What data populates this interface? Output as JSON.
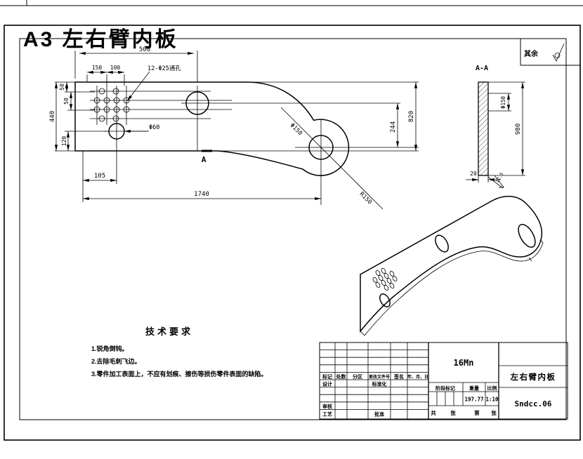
{
  "title": "A3 左右臂内板",
  "colors": {
    "title_red": "#e81212",
    "line": "#000000",
    "background": "#ffffff"
  },
  "surface_note": {
    "label": "其余"
  },
  "front_view": {
    "section_mark": "A",
    "dims": {
      "top_width": "500",
      "hole_pitch_150": "150",
      "hole_pitch_100": "100",
      "holes_note": "12-Φ25通孔",
      "left_50a": "50",
      "left_50b": "50",
      "left_height": "440",
      "left_bottom": "120",
      "small_hole": "Φ60",
      "bottom_offset": "105",
      "total_length": "1740",
      "right_mid": "244",
      "right_height": "820",
      "lobe_hole": "Φ150",
      "lobe_radius": "R150"
    }
  },
  "section_view": {
    "label": "A-A",
    "hole": "Φ150",
    "height": "980",
    "thickness": "20",
    "roughness": "12.5"
  },
  "tech_requirements": {
    "heading": "技术要求",
    "items": [
      "1.锐角倒钝。",
      "2.去除毛刺飞边。",
      "3.零件加工表面上，不应有划痕、擦伤等损伤零件表面的缺陷。"
    ]
  },
  "title_block": {
    "material": "16Mn",
    "part_name": "左右臂内板",
    "drawing_no": "Sndcc.06",
    "stage_label": "阶段标记",
    "weight_label": "重量",
    "weight_value": "197.77",
    "scale_label": "比例",
    "scale_value": "1:10",
    "sheet_words": [
      "共",
      "张",
      "第",
      "张"
    ],
    "headers": [
      "标记",
      "处数",
      "分区",
      "更改文件号",
      "签名",
      "年、月、日"
    ],
    "design_label": "设计",
    "standard_label": "标准化",
    "check_label": "审核",
    "process_label": "工艺",
    "approve_label": "批准"
  }
}
